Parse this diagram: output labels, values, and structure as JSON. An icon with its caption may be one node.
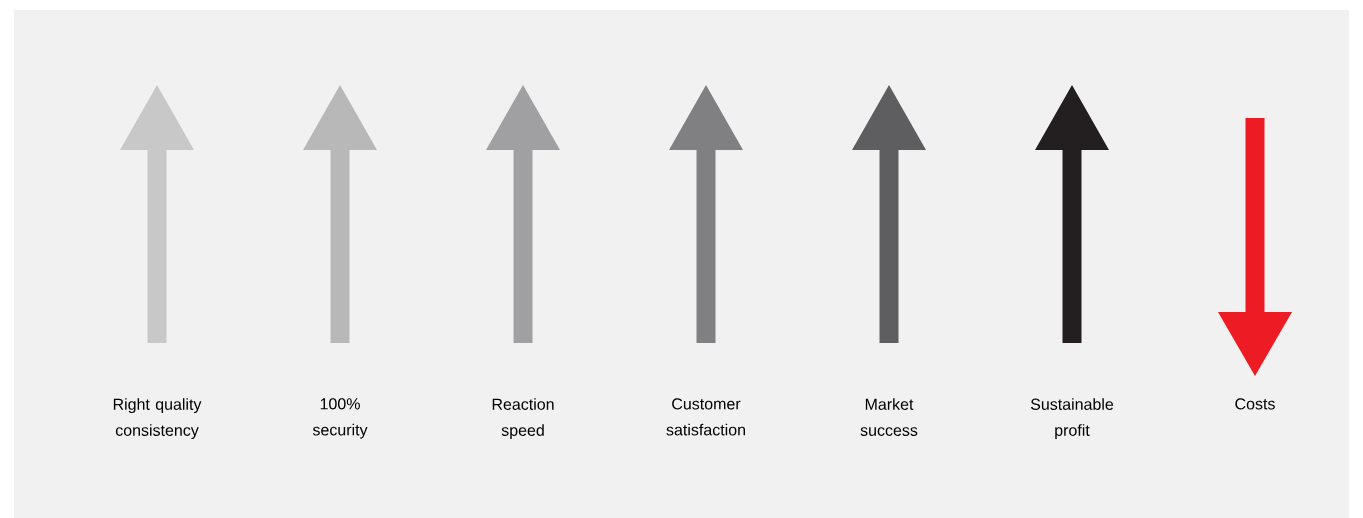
{
  "diagram": {
    "labels": [
      "Right quality consistency",
      "100% security",
      "Reaction speed",
      "Customer satisfaction",
      "Market success",
      "Sustainable profit",
      "Costs"
    ]
  }
}
